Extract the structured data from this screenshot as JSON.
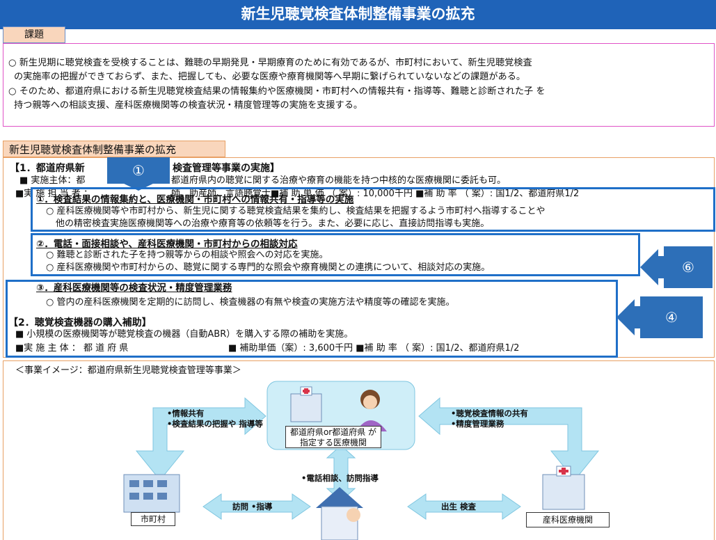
{
  "title": "新生児聴覚検査体制整備事業の拡充",
  "issue": {
    "label": "課題",
    "p1_line1": "○ 新生児期に聴覚検査を受検することは、難聴の早期発見・早期療育のために有効であるが、市町村において、新生児聴覚検査",
    "p1_line2": "の実施率の把握ができておらず、また、把握しても、必要な医療や療育機関等へ早期に繋げられていないなどの課題がある。",
    "p2_line1": "○ そのため、都道府県における新生児聴覚検査結果の情報集約や医療機関・市町村への情報共有・指導等、難聴と診断された子 を",
    "p2_line2": "持つ親等への相談支援、産科医療機関等の検査状況・精度管理等の実施を支援する。"
  },
  "expansion": {
    "label": "新生児聴覚検査体制整備事業の拡充",
    "sec1": {
      "head_part1": "【1．都道府県新",
      "head_part2": "検査管理等事業の実施】",
      "impl_part1": "■ 実施主体：都",
      "impl_part2": "都道府県内の聴覚に関する治療や療育の機能を持つ中核的な医療機関に委託も可。",
      "staff_part1": "■実 施 担 当 者 ：",
      "staff_part2": "師、助産師、言語聴覚士■補 助 単 価 （ 案）: 10,000千円 ■補 助 率 （ 案）: 国1/2、都道府県1/2",
      "item1_head": "①．検査結果の情報集約と、医療機関・市町村への情報共有・指導等の実施",
      "item1_l1": "○ 産科医療機関等や市町村から、新生児に関する聴覚検査結果を集約し、検査結果を把握するよう市町村へ指導することや",
      "item1_l2": "他の精密検査実施医療機関等への治療や療育等の依頼等を行う。また、必要に応じ、直接訪問指導も実施。",
      "item2_head": "②．電話・面接相談や、産科医療機関・市町村からの相談対応",
      "item2_l1": "○ 難聴と診断された子を持つ親等からの相談や照会への対応を実施。",
      "item2_l2": "○ 産科医療機関や市町村からの、聴覚に関する専門的な照会や療育機関との連携について、相談対応の実施。",
      "item3_head": "③．産科医療機関等の検査状況・精度管理業務",
      "item3_l1": "○ 管内の産科医療機関を定期的に訪問し、検査機器の有無や検査の実施方法や精度等の確認を実施。"
    },
    "sec2": {
      "head": "【2．聴覚検査機器の購入補助】",
      "l1": "■ 小規模の医療機関等が聴覚検査の機器（自動ABR）を購入する際の補助を実施。",
      "l2a": "■実 施 主 体 ： 都 道 府 県",
      "l2b": "■ 補助単価（案）: 3,600千円 ■補 助 率 （ 案）: 国1/2、都道府県1/2"
    },
    "callout_1": "①",
    "callout_6": "⑥",
    "callout_4": "④"
  },
  "image": {
    "caption": "＜事業イメージ：都道府県新生児聴覚検査管理等事業＞",
    "center_l1": "都道府県or都道府県 が",
    "center_l2": "指定する医療機関",
    "left_l1": "•情報共有",
    "left_l2": "•検査結果の把握や 指導等",
    "right_l1": "•聴覚検査情報の共有",
    "right_l2": "•精度管理業務",
    "phone": "•電話相談、訪問指導",
    "city": "市町村",
    "visit": "訪問 •指導",
    "birth": "出生 検査",
    "obstetric": "産科医療機関"
  },
  "colors": {
    "title_bg": "#1f63b8",
    "frame_blue": "#1f6fc8",
    "arrow_fill": "#b3e3f3",
    "label_bg": "#f9d6bc"
  }
}
